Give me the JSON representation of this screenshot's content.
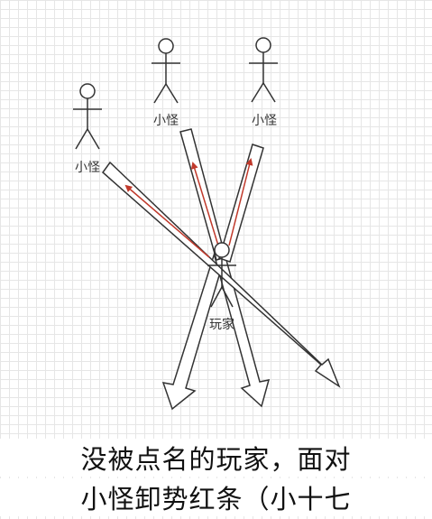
{
  "diagram": {
    "minion_label": "小怪",
    "player_label": "玩家",
    "colors": {
      "arrow_stroke": "#333333",
      "red_indicator": "#c0392b"
    }
  },
  "caption": {
    "line1": "没被点名的玩家，面对",
    "line2": "小怪卸势红条（小十七"
  }
}
